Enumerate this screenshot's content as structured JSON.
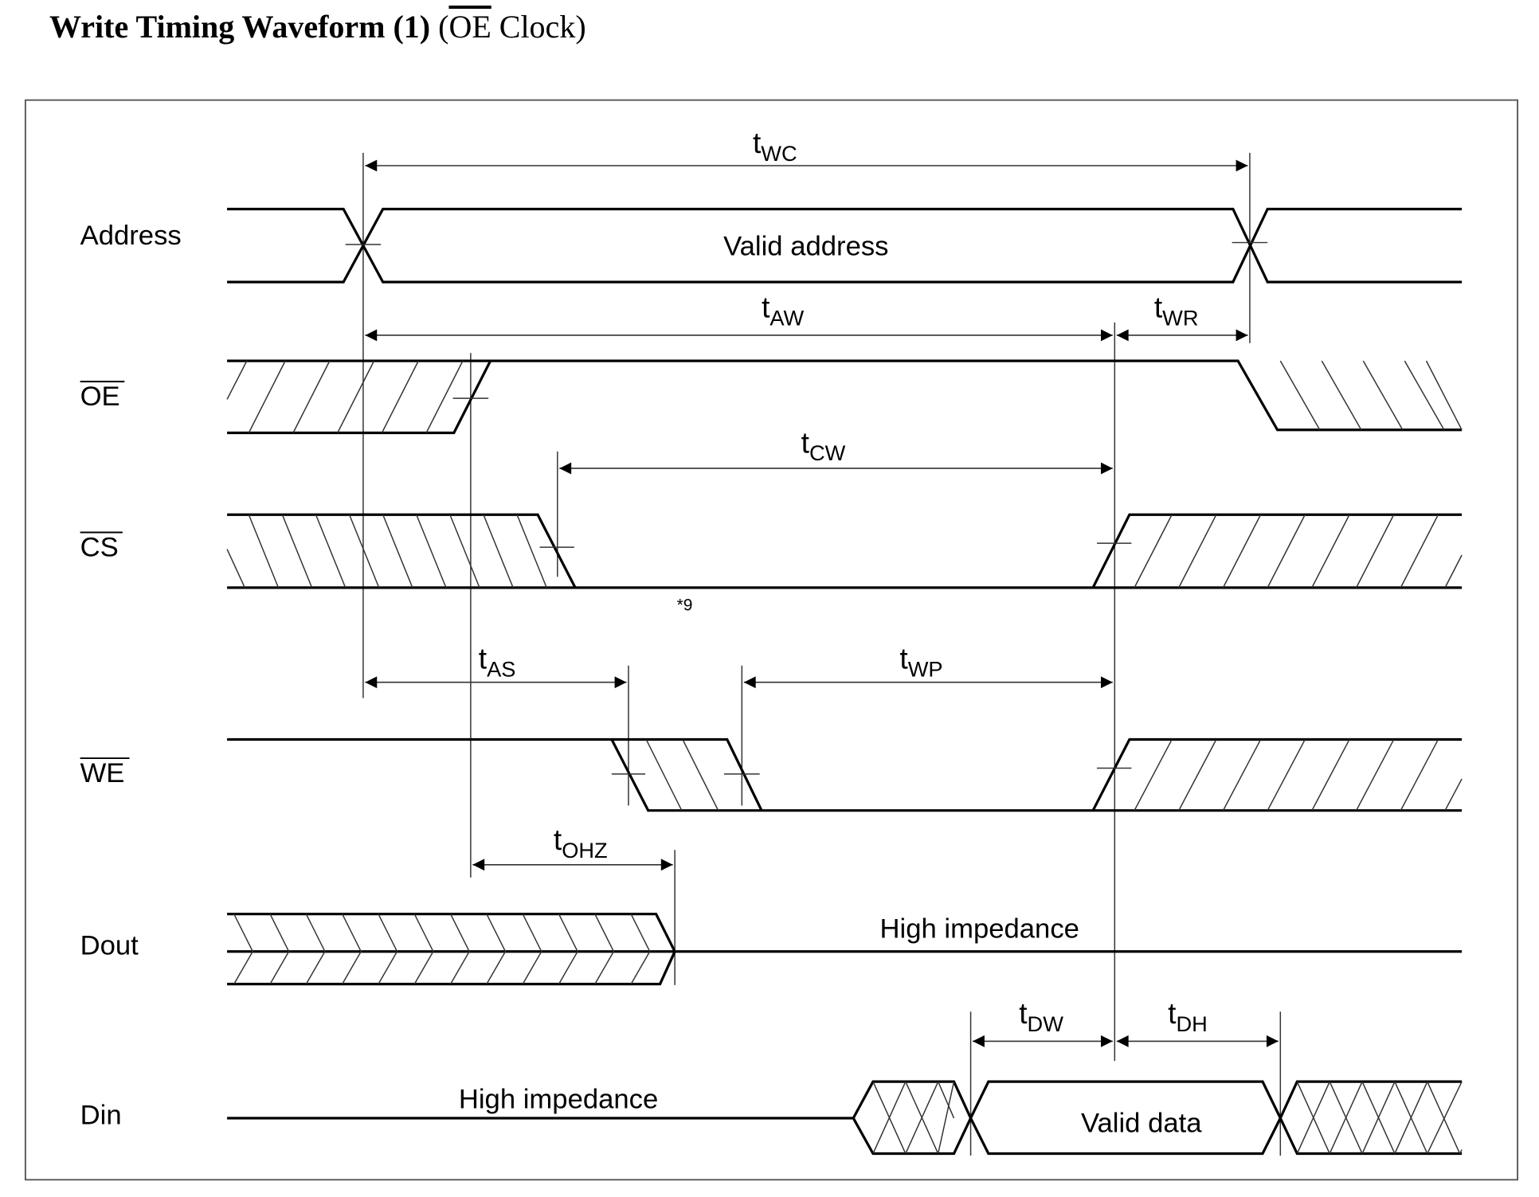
{
  "title": {
    "bold_part": "Write Timing Waveform (1)",
    "paren_open": "(",
    "overlined": "OE",
    "rest": " Clock)"
  },
  "signals": [
    {
      "name": "Address",
      "active_low": false
    },
    {
      "name": "OE",
      "active_low": true
    },
    {
      "name": "CS",
      "active_low": true
    },
    {
      "name": "WE",
      "active_low": true
    },
    {
      "name": "Dout",
      "active_low": false
    },
    {
      "name": "Din",
      "active_low": false
    }
  ],
  "waveform_labels": {
    "valid_address": "Valid address",
    "dout_high_z": "High impedance",
    "din_high_z": "High impedance",
    "valid_data": "Valid data",
    "note": "*9"
  },
  "timing_params": [
    {
      "id": "tWC",
      "t": "t",
      "sub": "WC",
      "from": "Address transition",
      "to": "Address transition"
    },
    {
      "id": "tAW",
      "t": "t",
      "sub": "AW",
      "from": "Address transition",
      "to": "CS/WE rising"
    },
    {
      "id": "tWR",
      "t": "t",
      "sub": "WR",
      "from": "CS/WE rising",
      "to": "Address transition"
    },
    {
      "id": "tCW",
      "t": "t",
      "sub": "CW",
      "from": "CS falling",
      "to": "CS rising"
    },
    {
      "id": "tAS",
      "t": "t",
      "sub": "AS",
      "from": "Address transition",
      "to": "WE falling"
    },
    {
      "id": "tWP",
      "t": "t",
      "sub": "WP",
      "from": "WE falling",
      "to": "WE rising"
    },
    {
      "id": "tOHZ",
      "t": "t",
      "sub": "OHZ",
      "from": "OE rising",
      "to": "Dout high-Z"
    },
    {
      "id": "tDW",
      "t": "t",
      "sub": "DW",
      "from": "Din valid",
      "to": "WE rising"
    },
    {
      "id": "tDH",
      "t": "t",
      "sub": "DH",
      "from": "WE rising",
      "to": "Din invalid"
    }
  ]
}
